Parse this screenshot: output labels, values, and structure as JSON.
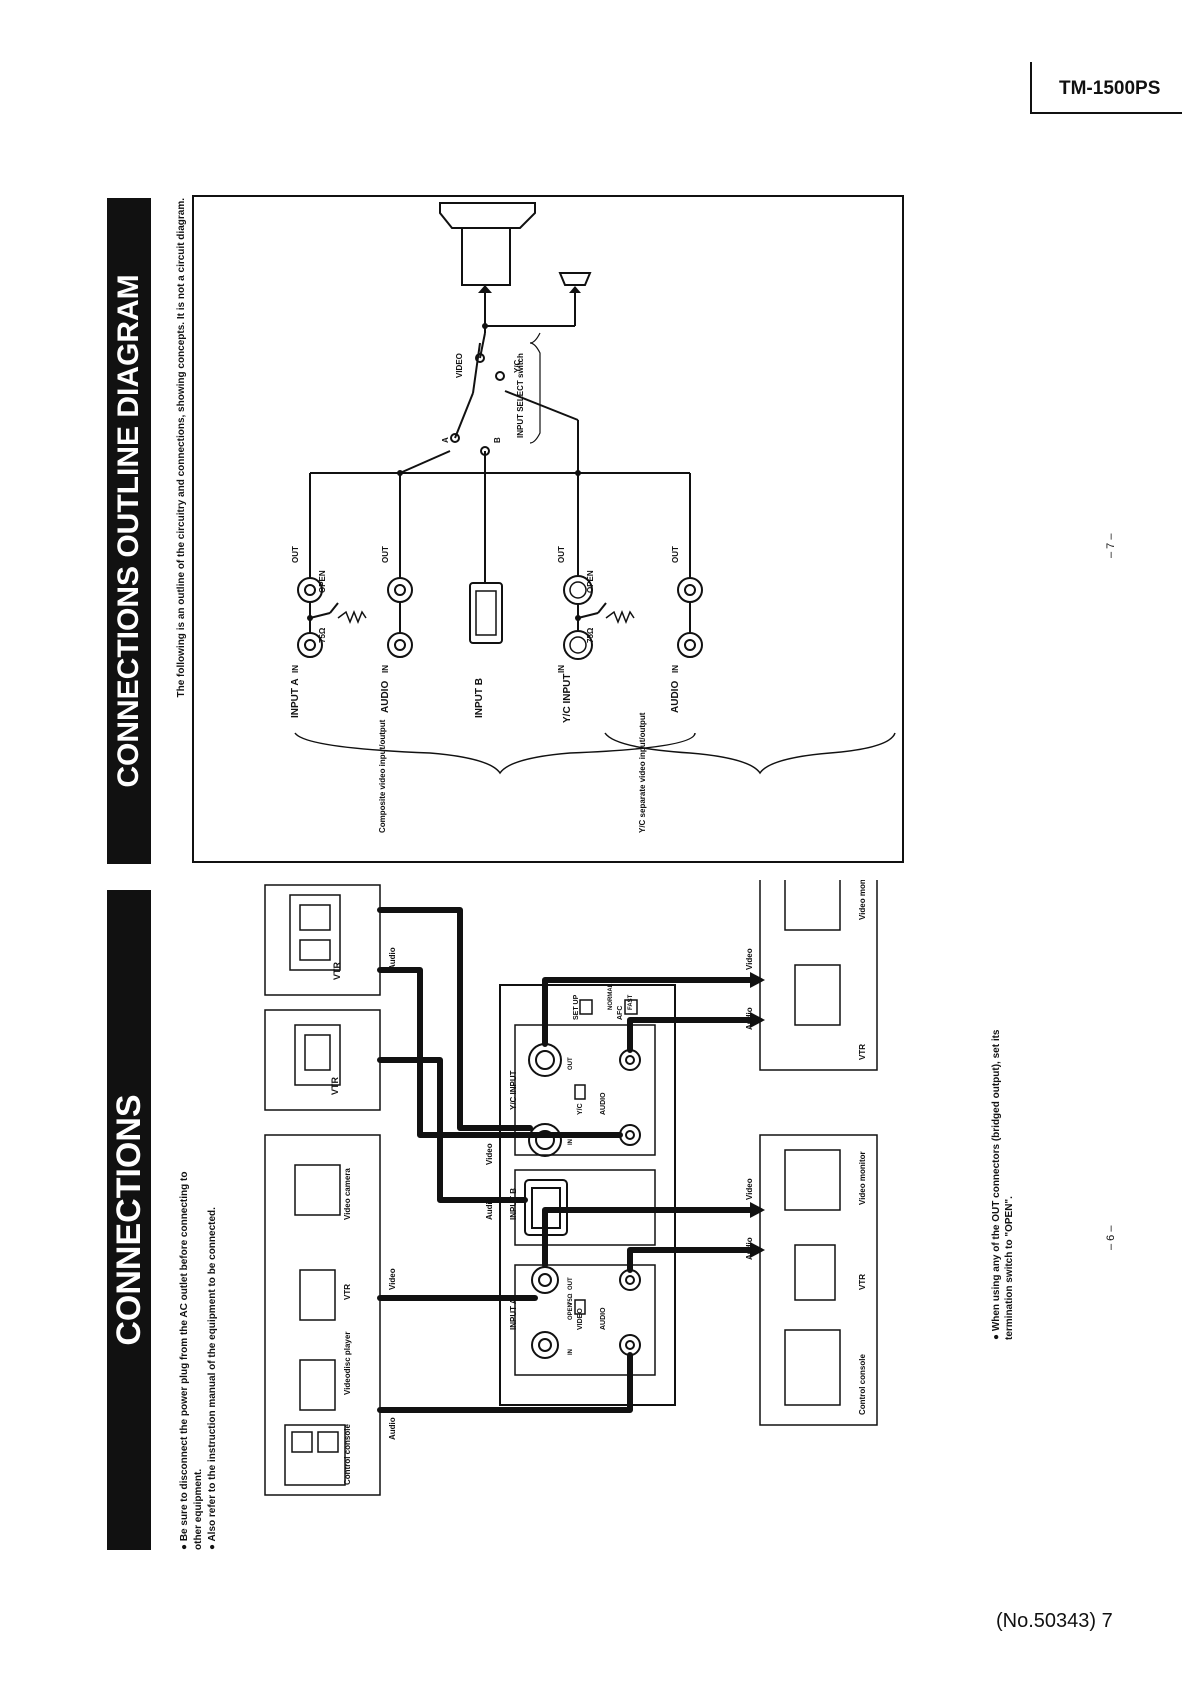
{
  "header": {
    "model": "TM-1500PS"
  },
  "connections": {
    "title": "CONNECTIONS",
    "notes": [
      "Be sure to disconnect the power plug from the AC outlet before connecting to other equipment.",
      "Also refer to the instruction manual of the equipment to be connected."
    ],
    "sources_group": [
      "Control console",
      "Videodisc player",
      "VTR",
      "Video camera"
    ],
    "source_vtr_1": "VTR",
    "source_vtr_2": "VTR",
    "monitor_group_1": [
      "Control console",
      "VTR",
      "Video monitor"
    ],
    "monitor_group_2": [
      "VTR",
      "Video monitor"
    ],
    "signal_labels": {
      "video": "Video",
      "audio": "Audio"
    },
    "panel": {
      "input_a": "INPUT A",
      "input_b": "INPUT B",
      "yc_input": "Y/C INPUT",
      "video": "VIDEO",
      "audio": "AUDIO",
      "yc": "Y/C",
      "in": "IN",
      "out": "OUT",
      "open": "OPEN",
      "ohm75": "75Ω",
      "setup": "SET UP",
      "afc": "AFC",
      "normal": "NORMAL",
      "fast": "FAST"
    },
    "footnote": "When using any of the OUT connectors (bridged output), set its termination switch to \"OPEN\".",
    "page_mark": "– 6 –"
  },
  "outline": {
    "title": "CONNECTIONS OUTLINE DIAGRAM",
    "intro": "The following is an outline of the circuitry and connections, showing concepts. It is not a circuit diagram.",
    "rows": [
      "INPUT A",
      "AUDIO",
      "INPUT B",
      "Y/C INPUT",
      "AUDIO"
    ],
    "group_composite": "Composite video input/output",
    "group_yc": "Y/C separate video input/output",
    "switch_label": "INPUT SELECT switch",
    "switch_positions": [
      "A",
      "B",
      "VIDEO",
      "Y/C"
    ],
    "labels": {
      "in": "IN",
      "out": "OUT",
      "open": "OPEN",
      "ohm75": "75Ω"
    },
    "page_mark": "– 7 –"
  },
  "footer": {
    "doc_number": "(No.50343) 7"
  }
}
